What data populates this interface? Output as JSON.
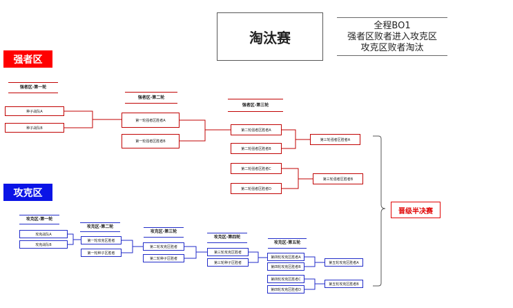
{
  "title": "淘汰赛",
  "rules": [
    "全程BO1",
    "强者区败者进入攻克区",
    "攻克区败者淘汰"
  ],
  "colors": {
    "winner": "#e00000",
    "loser": "#1a1ad6",
    "winner_line": "#c00000",
    "loser_line": "#1f2ac8"
  },
  "winners_zone": {
    "label": "强者区",
    "rounds": [
      {
        "title": "强者区-第一轮",
        "nodes": [
          "种子战队A",
          "种子战队B"
        ]
      },
      {
        "title": "强者区-第二轮",
        "nodes": [
          "第一轮强者区胜者A",
          "第一轮强者区胜者B"
        ]
      },
      {
        "title": "强者区-第三轮",
        "nodes": [
          "第二轮强者区胜者A",
          "第二轮强者区胜者B",
          "第二轮强者区胜者C",
          "第二轮强者区胜者D"
        ]
      },
      {
        "title": "",
        "nodes": [
          "第三轮强者区胜者A",
          "第三轮强者区胜者B"
        ]
      }
    ]
  },
  "losers_zone": {
    "label": "攻克区",
    "rounds": [
      {
        "title": "攻克区-第一轮",
        "nodes": [
          "攻克战队A",
          "攻克战队B"
        ]
      },
      {
        "title": "攻克区-第二轮",
        "nodes": [
          "第一轮攻克区胜者",
          "第一轮种子区胜者"
        ]
      },
      {
        "title": "攻克区-第三轮",
        "nodes": [
          "第二轮攻克区胜者",
          "第二轮种子区胜者"
        ]
      },
      {
        "title": "攻克区-第四轮",
        "nodes": [
          "第三轮攻克区胜者",
          "第三轮种子区胜者"
        ]
      },
      {
        "title": "攻克区-第五轮",
        "nodes": [
          "第四轮攻克区胜者A",
          "第四轮攻克区胜者B",
          "第四轮攻克区胜者C",
          "第四轮攻克区胜者D"
        ]
      },
      {
        "title": "",
        "nodes": [
          "第五轮攻克区胜者A",
          "第五轮攻克区胜者B"
        ]
      }
    ]
  },
  "semifinal_label": "晋级半决赛"
}
